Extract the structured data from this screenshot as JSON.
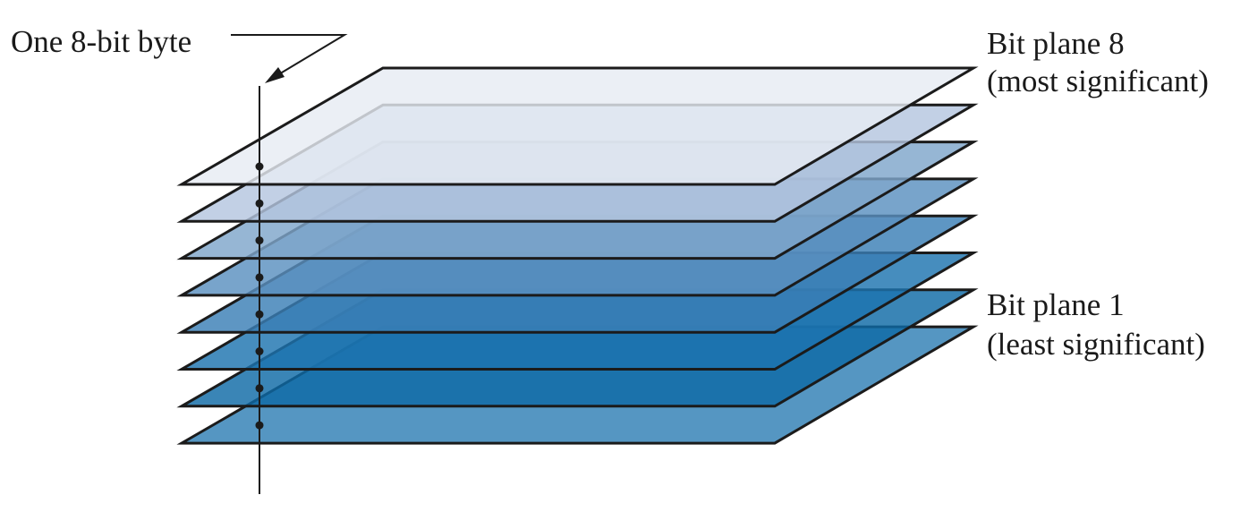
{
  "labels": {
    "byte": "One 8-bit byte",
    "top_plane_line1": "Bit plane 8",
    "top_plane_line2": "(most significant)",
    "bottom_plane_line1": "Bit plane 1",
    "bottom_plane_line2": "(least significant)"
  },
  "planes": [
    {
      "bit": 8,
      "fill": "#e6ebf3"
    },
    {
      "bit": 7,
      "fill": "#b4c6df"
    },
    {
      "bit": 6,
      "fill": "#7fa6cb"
    },
    {
      "bit": 5,
      "fill": "#5a90bf"
    },
    {
      "bit": 4,
      "fill": "#3b7fb6"
    },
    {
      "bit": 3,
      "fill": "#1d74b0"
    },
    {
      "bit": 2,
      "fill": "#0f6aa6"
    },
    {
      "bit": 1,
      "fill": "#2f7fb5"
    }
  ],
  "colors": {
    "edge": "#1b1b1b",
    "text": "#1a1a1a"
  }
}
